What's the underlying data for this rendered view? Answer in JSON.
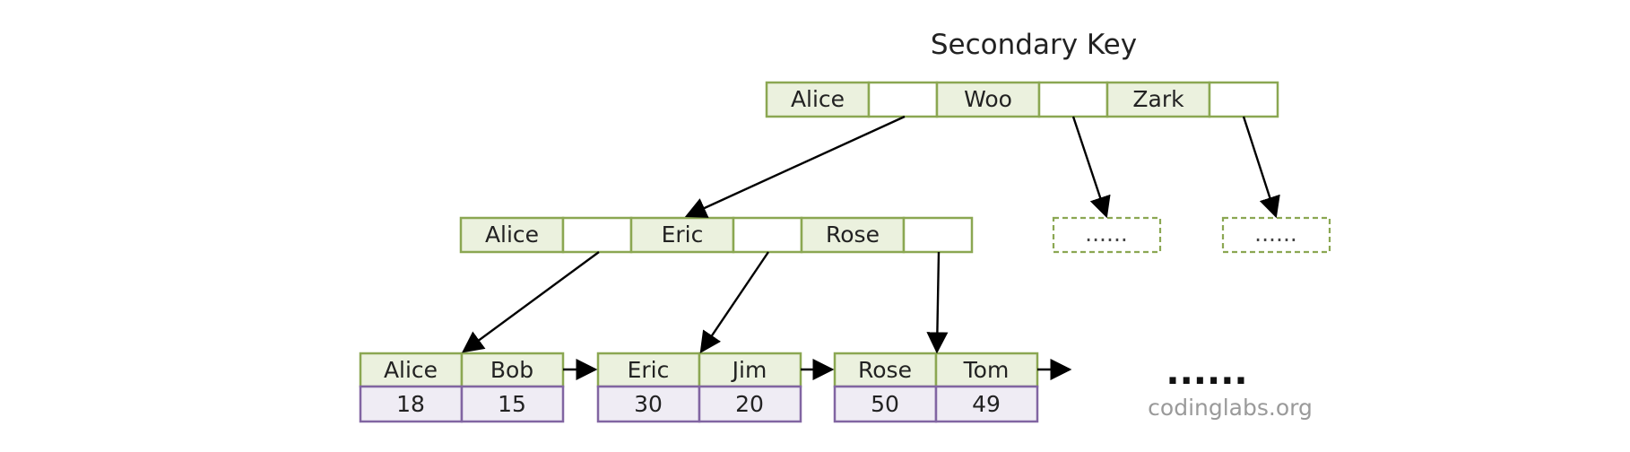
{
  "title": "Secondary Key",
  "colors": {
    "key_fill": "#EBF1DE",
    "key_stroke": "#8BA752",
    "value_fill": "#EFECF4",
    "value_stroke": "#8165A2",
    "placeholder_stroke": "#8BA752",
    "arrow": "#000000"
  },
  "root_node": {
    "keys": [
      "Alice",
      "Woo",
      "Zark"
    ]
  },
  "internal_node": {
    "keys": [
      "Alice",
      "Eric",
      "Rose"
    ]
  },
  "placeholders": [
    "......",
    "......"
  ],
  "leaf_nodes": [
    {
      "keys": [
        "Alice",
        "Bob"
      ],
      "values": [
        "18",
        "15"
      ]
    },
    {
      "keys": [
        "Eric",
        "Jim"
      ],
      "values": [
        "30",
        "20"
      ]
    },
    {
      "keys": [
        "Rose",
        "Tom"
      ],
      "values": [
        "50",
        "49"
      ]
    }
  ],
  "trailing_ellipsis": "......",
  "watermark": "codinglabs.org"
}
